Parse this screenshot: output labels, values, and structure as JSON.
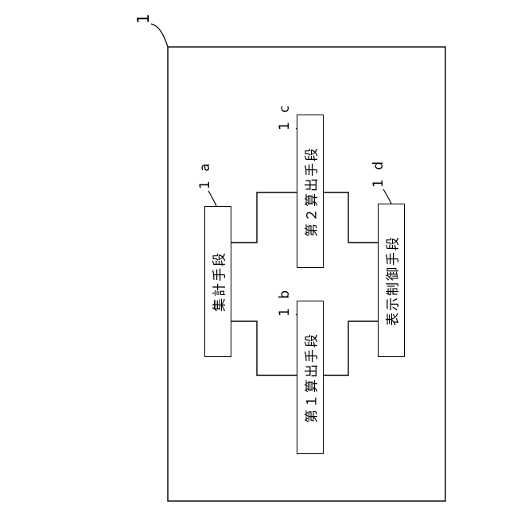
{
  "diagram": {
    "ref_main": "1",
    "blocks": {
      "aggregation": {
        "ref": "1 a",
        "label": "集計手段"
      },
      "calc1": {
        "ref": "1 b",
        "label": "第１算出手段"
      },
      "calc2": {
        "ref": "1 c",
        "label": "第２算出手段"
      },
      "display": {
        "ref": "1 d",
        "label": "表示制御手段"
      }
    }
  }
}
